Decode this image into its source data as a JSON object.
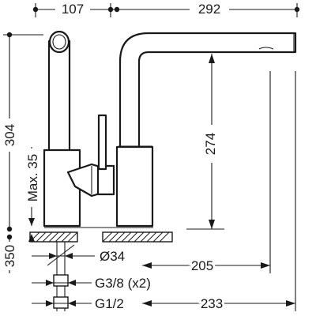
{
  "drawing": {
    "top_left_width": "107",
    "top_spout_reach": "292",
    "total_height": "304",
    "max_thickness": "Max. 35",
    "spout_height": "274",
    "hose_length": "350",
    "hole_diameter": "Ø34",
    "center_to_outlet": "205",
    "connection_small": "G3/8 (x2)",
    "connection_large": "G1/2",
    "connection_large_reach": "233"
  }
}
